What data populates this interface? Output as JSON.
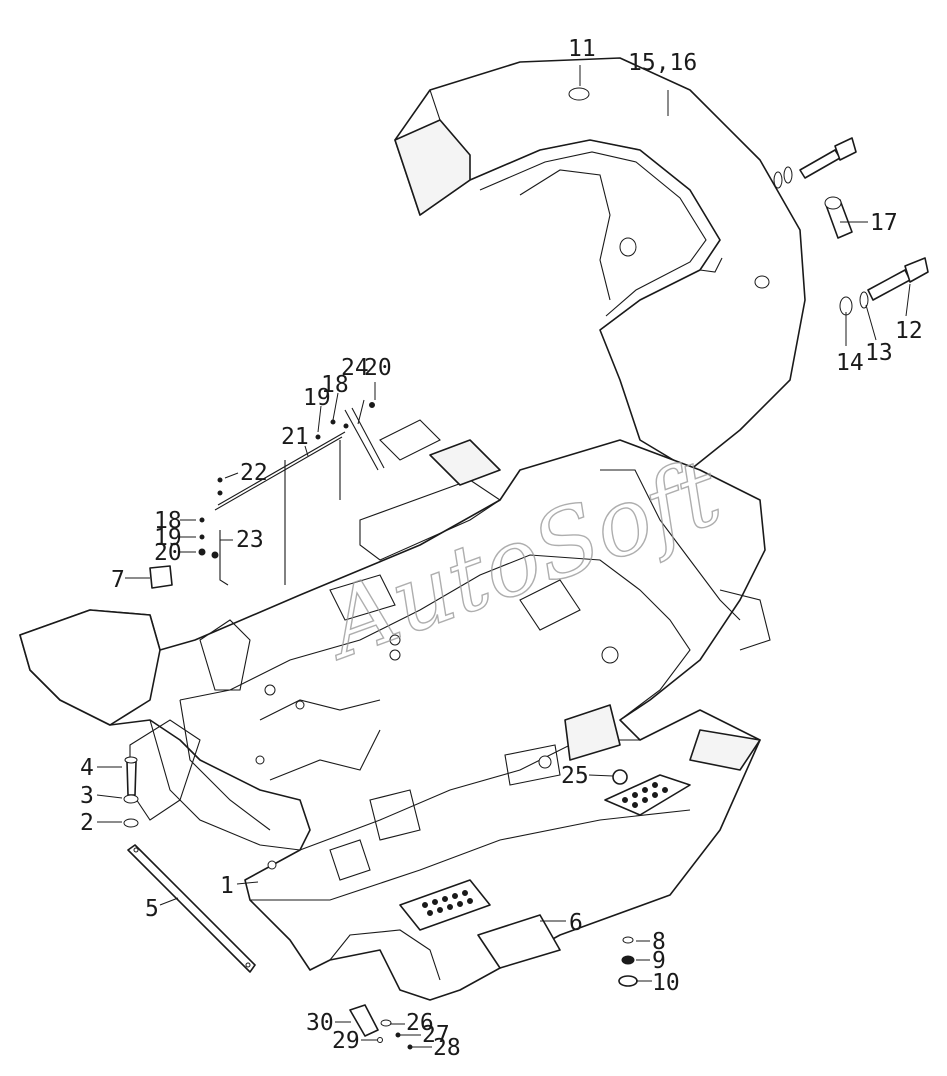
{
  "watermark": "AutoSoft",
  "callouts": {
    "c1": "1",
    "c2": "2",
    "c3": "3",
    "c4": "4",
    "c5": "5",
    "c6": "6",
    "c7": "7",
    "c8": "8",
    "c9": "9",
    "c10": "10",
    "c11": "11",
    "c12": "12",
    "c13": "13",
    "c14": "14",
    "c15_16": "15,16",
    "c17": "17",
    "c18a": "18",
    "c18b": "18",
    "c19a": "19",
    "c19b": "19",
    "c20a": "20",
    "c20b": "20",
    "c21": "21",
    "c22": "22",
    "c23": "23",
    "c24": "24",
    "c25": "25",
    "c26": "26",
    "c27": "27",
    "c28": "28",
    "c29": "29",
    "c30": "30"
  },
  "colors": {
    "line": "#1a1a1a",
    "watermark": "#9a9a9a",
    "background": "#ffffff"
  }
}
